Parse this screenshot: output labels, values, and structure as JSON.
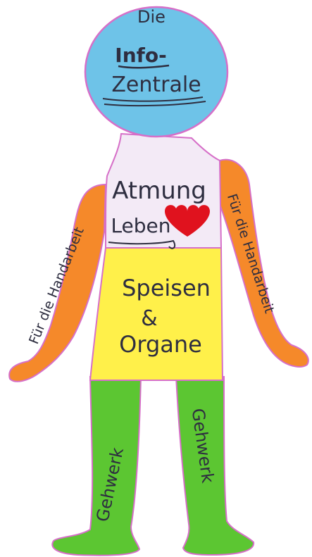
{
  "colors": {
    "head": "#6ec3e8",
    "chest": "#f3eaf6",
    "belly": "#fff04a",
    "arms": "#f5892a",
    "legs": "#5cc632",
    "outline": "#d66fc8",
    "heart": "#e0121e",
    "ink": "#2e2e40"
  },
  "head": {
    "line1": "Die",
    "line2": "Info-",
    "line3": "Zentrale"
  },
  "chest": {
    "line1": "Atmung",
    "line2": "Leben",
    "heart_icon": "heart-icon"
  },
  "belly": {
    "line1": "Speisen",
    "line2": "&",
    "line3": "Organe"
  },
  "arms": {
    "left": "Für die Handarbeit",
    "right": "Für die Handarbeit"
  },
  "legs": {
    "left": "Gehwerk",
    "right": "Gehwerk"
  }
}
